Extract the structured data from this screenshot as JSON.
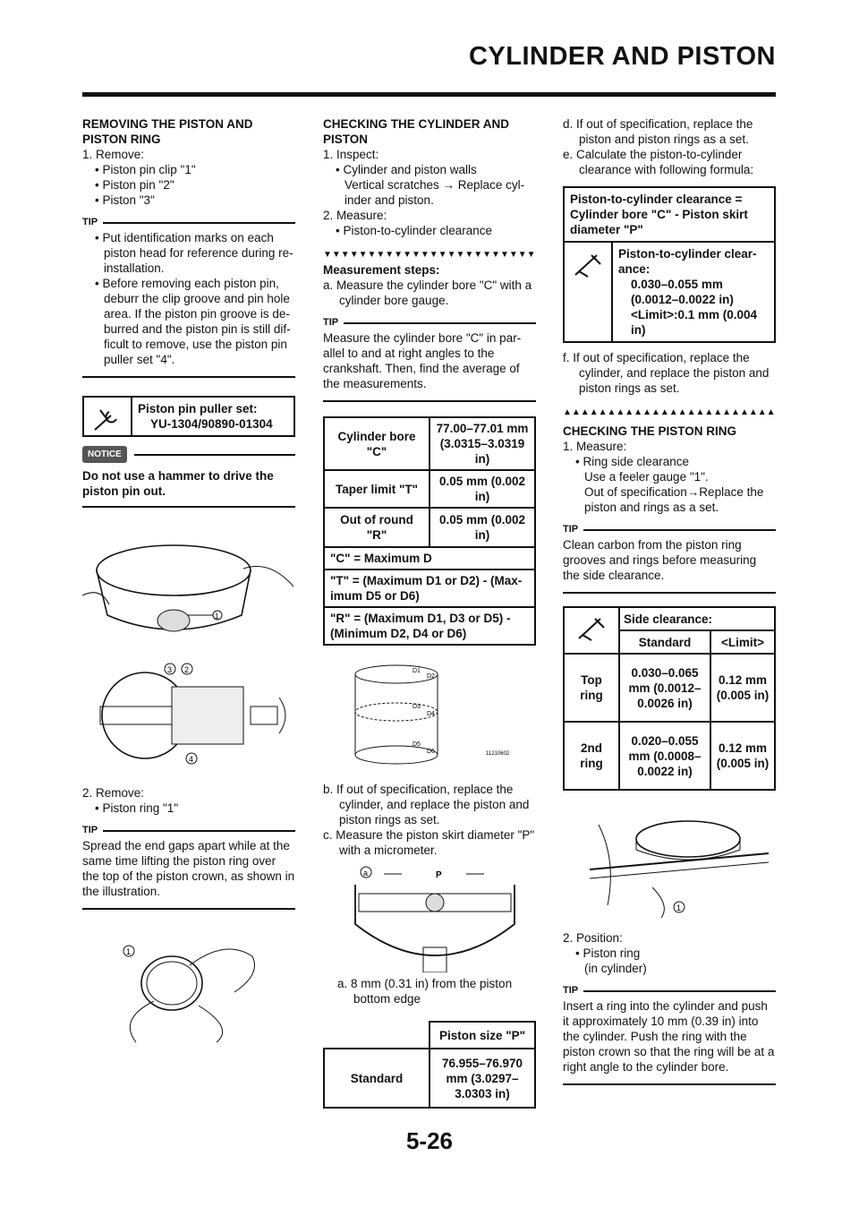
{
  "header": {
    "title": "CYLINDER AND PISTON"
  },
  "page_number": "5-26",
  "col1": {
    "h_remove": "REMOVING THE PISTON AND PISTON RING",
    "step1": "1. Remove:",
    "items1": [
      "Piston pin clip \"1\"",
      "Piston pin \"2\"",
      "Piston \"3\""
    ],
    "tip_label": "TIP",
    "tip1_items": [
      "Put identification marks on each piston head for reference during re-installation.",
      "Before removing each piston pin, deburr the clip groove and pin hole area. If the piston pin groove is de-burred and the piston pin is still dif-ficult to remove, use the piston pin puller set \"4\"."
    ],
    "tool_title": "Piston pin puller set:",
    "tool_value": "YU-1304/90890-01304",
    "notice_label": "NOTICE",
    "notice_text": "Do not use a hammer to drive the piston pin out.",
    "step2": "2. Remove:",
    "items2": [
      "Piston ring \"1\""
    ],
    "tip2": "Spread the end gaps apart while at the same time lifting the piston ring over the top of the piston crown, as shown in the illustration."
  },
  "col2": {
    "h_check": "CHECKING THE CYLINDER AND PISTON",
    "step1": "1. Inspect:",
    "inspect_item": "Cylinder and piston walls",
    "inspect_note": "Vertical scratches → Replace cyl-inder and piston.",
    "step2": "2. Measure:",
    "measure_item": "Piston-to-cylinder clearance",
    "meas_steps": "Measurement steps:",
    "a": "a. Measure the cylinder bore \"C\" with a cylinder bore gauge.",
    "tip": "Measure the cylinder bore \"C\" in par-allel to and at right angles to the crankshaft. Then, find the average of the measurements.",
    "spec_rows": [
      {
        "k": "Cylinder bore \"C\"",
        "v": "77.00–77.01 mm (3.0315–3.0319 in)"
      },
      {
        "k": "Taper limit \"T\"",
        "v": "0.05 mm (0.002 in)"
      },
      {
        "k": "Out of round \"R\"",
        "v": "0.05 mm (0.002 in)"
      }
    ],
    "formulas": [
      "\"C\" = Maximum D",
      "\"T\" = (Maximum D1 or D2) - (Max-imum D5 or D6)",
      "\"R\" = (Maximum D1, D3 or D5) - (Minimum D2, D4 or D6)"
    ],
    "fig_code": "11210602",
    "fig_labels": [
      "D1",
      "D2",
      "D3",
      "D4",
      "D5",
      "D6"
    ],
    "b": "b. If out of specification, replace the cylinder, and replace the piston and piston rings as set.",
    "c": "c.  Measure the piston skirt diameter \"P\" with a micrometer.",
    "fig2_label_a": "a",
    "fig2_label_p": "P",
    "a2": "a.  8 mm (0.31 in) from the piston bottom edge",
    "piston_hdr": "Piston size \"P\"",
    "piston_k": "Standard",
    "piston_v": "76.955–76.970 mm (3.0297–3.0303 in)"
  },
  "col3": {
    "d": "d. If out of specification, replace the piston and piston rings as a set.",
    "e": "e. Calculate the piston-to-cylinder clearance with following formula:",
    "formula": "Piston-to-cylinder clearance = Cylinder bore \"C\" - Piston skirt diameter \"P\"",
    "clear_title": "Piston-to-cylinder clear-ance:",
    "clear_value": "0.030–0.055 mm (0.0012–0.0022 in)",
    "clear_limit": "<Limit>:0.1 mm (0.004 in)",
    "f": "f. If out of specification, replace the cylinder, and replace the piston and piston rings as set.",
    "h_ring": "CHECKING THE PISTON RING",
    "step1": "1. Measure:",
    "ring_item": "Ring side clearance",
    "ring_note1": "Use a feeler gauge \"1\".",
    "ring_note2": "Out of specification→Replace the piston and rings as a set.",
    "tip": "Clean carbon from the piston ring grooves and rings before measuring the side clearance.",
    "side_title": "Side clearance:",
    "side_std": "Standard",
    "side_limit": "<Limit>",
    "side_rows": [
      {
        "ring": "Top ring",
        "std": "0.030–0.065 mm (0.0012–0.0026 in)",
        "lim": "0.12 mm (0.005 in)"
      },
      {
        "ring": "2nd ring",
        "std": "0.020–0.055 mm (0.0008–0.0022 in)",
        "lim": "0.12 mm (0.005 in)"
      }
    ],
    "step2": "2. Position:",
    "pos_item": "Piston ring",
    "pos_note": "(in cylinder)",
    "tip2": "Insert a ring into the cylinder and push it approximately 10 mm (0.39 in) into the cylinder. Push the ring with the piston crown so that the ring will be at a right angle to the cylinder bore."
  },
  "callouts": [
    "1",
    "2",
    "3",
    "4"
  ]
}
